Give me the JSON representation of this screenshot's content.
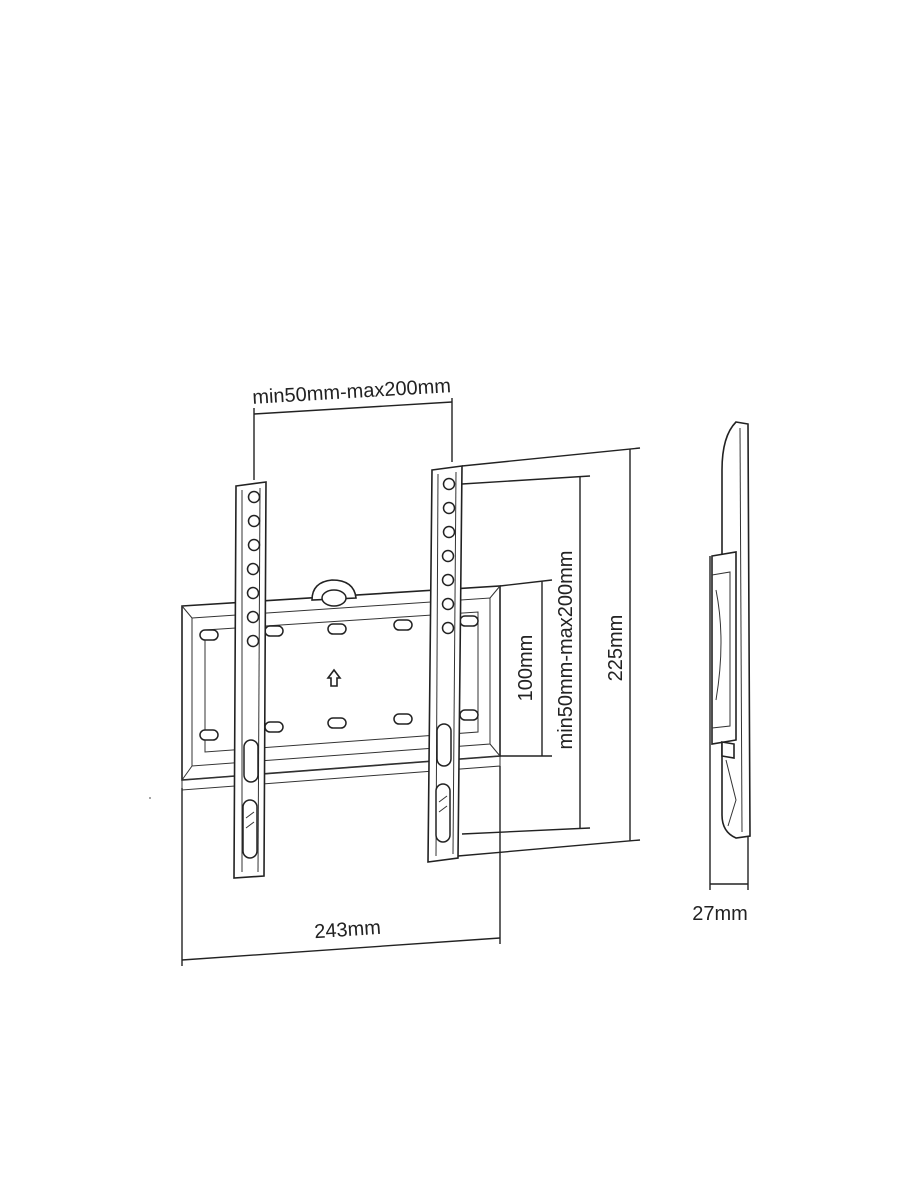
{
  "dimensions": {
    "vesa_horizontal": "min50mm-max200mm",
    "vesa_vertical": "min50mm-max200mm",
    "plate_height": "100mm",
    "overall_height": "225mm",
    "overall_width": "243mm",
    "wall_distance": "27mm"
  },
  "colors": {
    "line": "#222222",
    "background": "#ffffff"
  },
  "icons": {
    "direction": "up-arrow-icon"
  }
}
